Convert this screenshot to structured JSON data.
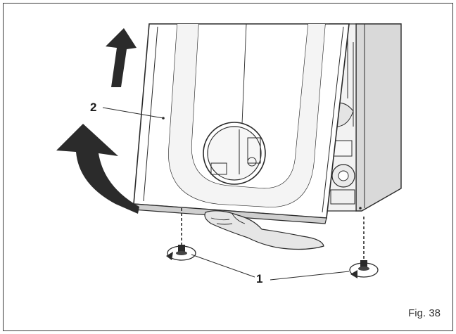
{
  "figure": {
    "caption": "Fig. 38",
    "callouts": {
      "screw_label": "1",
      "front_panel_label": "2"
    }
  },
  "colors": {
    "line": "#2a2a2a",
    "arrow_fill": "#2b2b2b",
    "panel_fill": "#ffffff",
    "side_shade": "#d9d9d9",
    "hand_shade": "#e6e6e6",
    "frame": "#3a3a3a"
  },
  "icons": [
    "upward-arrow-icon",
    "curved-tilt-arrow-icon",
    "screw-icon",
    "rotation-arrow-icon",
    "hand-icon"
  ]
}
